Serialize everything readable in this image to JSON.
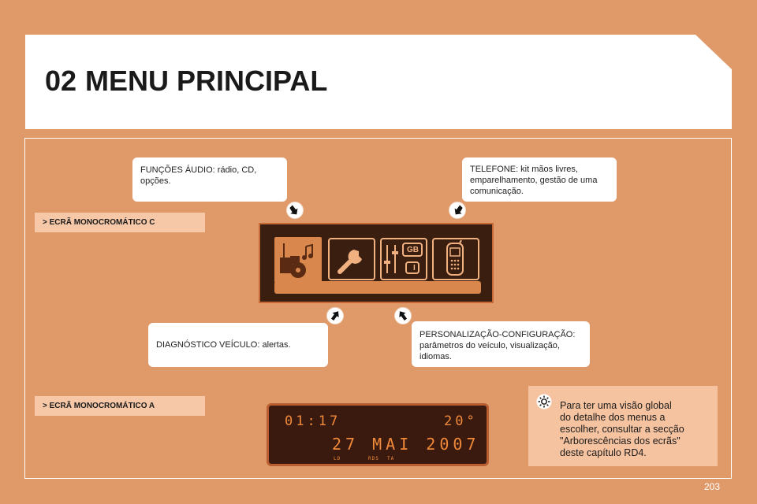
{
  "header": {
    "chapter": "02",
    "title": "MENU PRINCIPAL"
  },
  "callouts": {
    "audio": {
      "line1": "FUNÇÕES ÁUDIO: rádio, CD,",
      "line2": "opções."
    },
    "telefone": {
      "line1": "TELEFONE: kit mãos livres,",
      "line2": "emparelhamento, gestão de uma",
      "line3": "comunicação."
    },
    "diagnostico": {
      "line1": "DIAGNÓSTICO VEÍCULO: alertas."
    },
    "personalizacao": {
      "line1": "PERSONALIZAÇÃO-CONFIGURAÇÃO:",
      "line2": "parâmetros do veículo, visualização,",
      "line3": "idiomas."
    }
  },
  "sections": {
    "ecra_c": "> ECRÃ MONOCROMÁTICO C",
    "ecra_a": "> ECRÃ MONOCROMÁTICO A"
  },
  "display_c": {
    "icons": [
      "audio-media-icon",
      "wrench-icon",
      "settings-language-icon",
      "mobile-phone-icon"
    ],
    "lang_top": "GB",
    "lang_bottom": "I"
  },
  "display_a": {
    "time": "01:17",
    "temperature": "20°",
    "date": "27 MAI 2007",
    "indicator_ld": "LD",
    "indicator_rds": "RDS",
    "indicator_ta": "TA"
  },
  "tip": {
    "icon": "lightbulb-icon",
    "line1": "Para ter uma visão global",
    "line2": "do detalhe dos menus a",
    "line3": "escolher, consultar a secção",
    "line4": "\"Arborescências dos ecrãs\"",
    "line5": "deste capítulo RD4."
  },
  "page_number": "203",
  "colors": {
    "page_background": "#e09a6a",
    "display_background": "#3a1e10",
    "display_accent": "#f08a3a",
    "section_bar": "#f6c8a8",
    "tip_background": "#f6c3a0"
  }
}
